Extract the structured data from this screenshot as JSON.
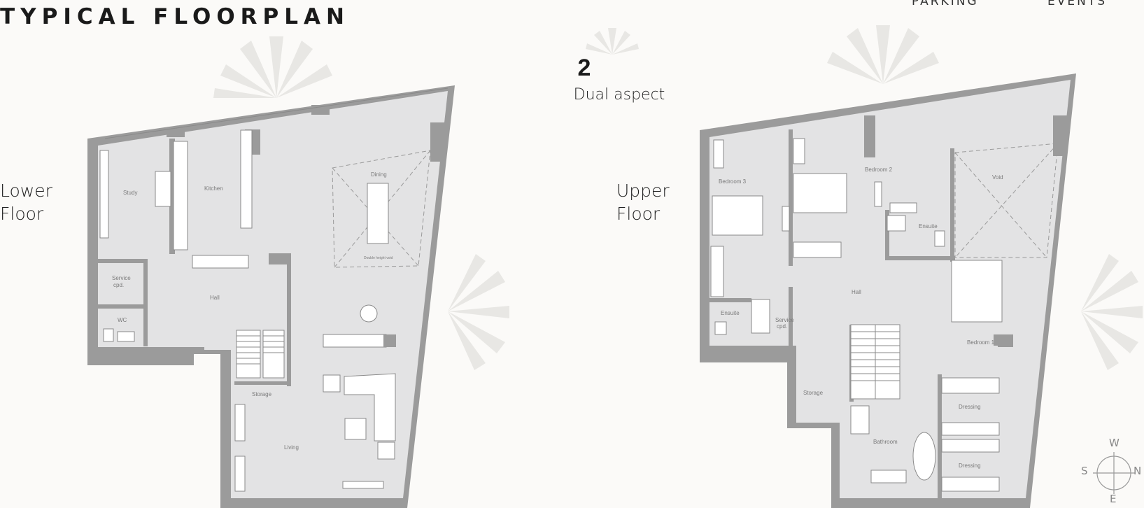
{
  "header": {
    "title": "TYPICAL FLOORPLAN"
  },
  "nav": {
    "parking": "PARKING",
    "events": "EVENTS"
  },
  "aspect": {
    "count": "2",
    "label": "Dual aspect"
  },
  "lower_floor": {
    "label_line1": "Lower",
    "label_line2": "Floor",
    "rooms": {
      "study": "Study",
      "kitchen": "Kitchen",
      "dining": "Dining",
      "dining_note": "Double height void",
      "service": "Service",
      "service2": "cpd.",
      "hall": "Hall",
      "wc": "WC",
      "storage": "Storage",
      "living": "Living"
    }
  },
  "upper_floor": {
    "label_line1": "Upper",
    "label_line2": "Floor",
    "rooms": {
      "bedroom3": "Bedroom 3",
      "bedroom2": "Bedroom 2",
      "void": "Void",
      "ensuite_a": "Ensuite",
      "hall": "Hall",
      "ensuite_b": "Ensuite",
      "service": "Service",
      "service2": "cpd.",
      "bedroom1": "Bedroom 1",
      "storage": "Storage",
      "dressing_a": "Dressing",
      "bathroom": "Bathroom",
      "dressing_b": "Dressing"
    }
  },
  "compass": {
    "w": "W",
    "s": "S",
    "n": "N",
    "e": "E"
  },
  "icons": {
    "sun": "sun-rays-icon",
    "compass": "compass-icon"
  },
  "colors": {
    "wall": "#9b9b9b",
    "floor": "#e3e3e4",
    "background": "#fbfaf8"
  }
}
